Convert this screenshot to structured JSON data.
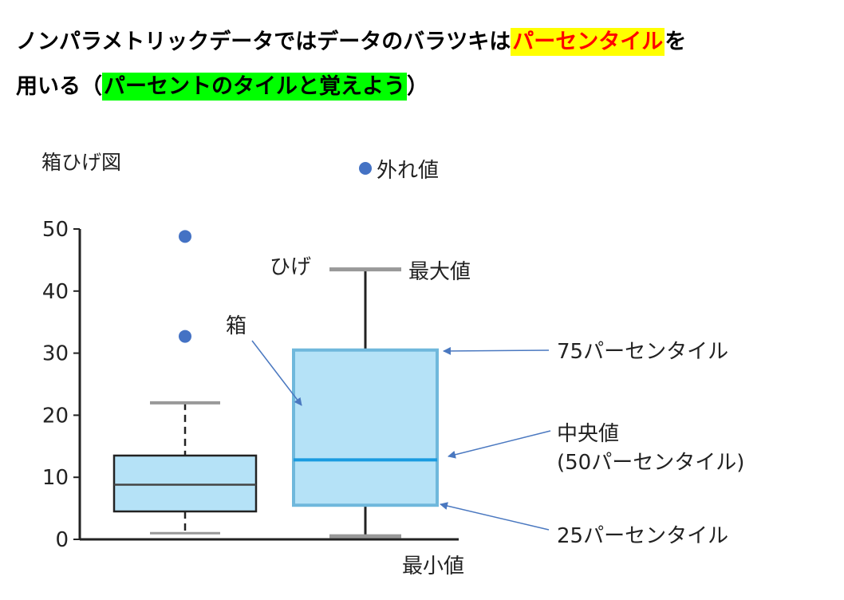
{
  "headline": {
    "line1_prefix": "ノンパラメトリックデータではデータのバラツキは",
    "line1_highlight": "パーセンタイル",
    "line1_suffix": "を",
    "line2_prefix": "用いる（",
    "line2_highlight": "パーセントのタイルと覚えよう",
    "line2_suffix": "）",
    "highlight_colors": {
      "yellow_bg": "#ffff00",
      "red_text": "#ff0000",
      "green_bg": "#00ff00"
    }
  },
  "diagram": {
    "title": "箱ひげ図",
    "outlier_legend": "外れ値",
    "whisker_label": "ひげ",
    "box_label": "箱",
    "max_label": "最大値",
    "min_label": "最小値",
    "p75_label": "75パーセンタイル",
    "median_label_line1": "中央値",
    "median_label_line2": "(50パーセンタイル)",
    "p25_label": "25パーセンタイル",
    "colors": {
      "box_fill": "#b5e2f7",
      "median_line": "#1a9be0",
      "outlier": "#4472c4",
      "arrow": "#4a78c0",
      "whisker_cap": "#999999"
    }
  },
  "chart_data": {
    "type": "box",
    "ylim": [
      0,
      50
    ],
    "yticks": [
      "0",
      "10",
      "20",
      "30",
      "40",
      "50"
    ],
    "boxes": [
      {
        "min": 1,
        "q1": 4.5,
        "median": 8.8,
        "q3": 13.5,
        "max": 22,
        "outliers": [
          32.7,
          48.8
        ]
      },
      {
        "min": 0.5,
        "q1": 5.5,
        "median": 12.8,
        "q3": 30.5,
        "max": 43.5,
        "outliers": []
      }
    ]
  }
}
